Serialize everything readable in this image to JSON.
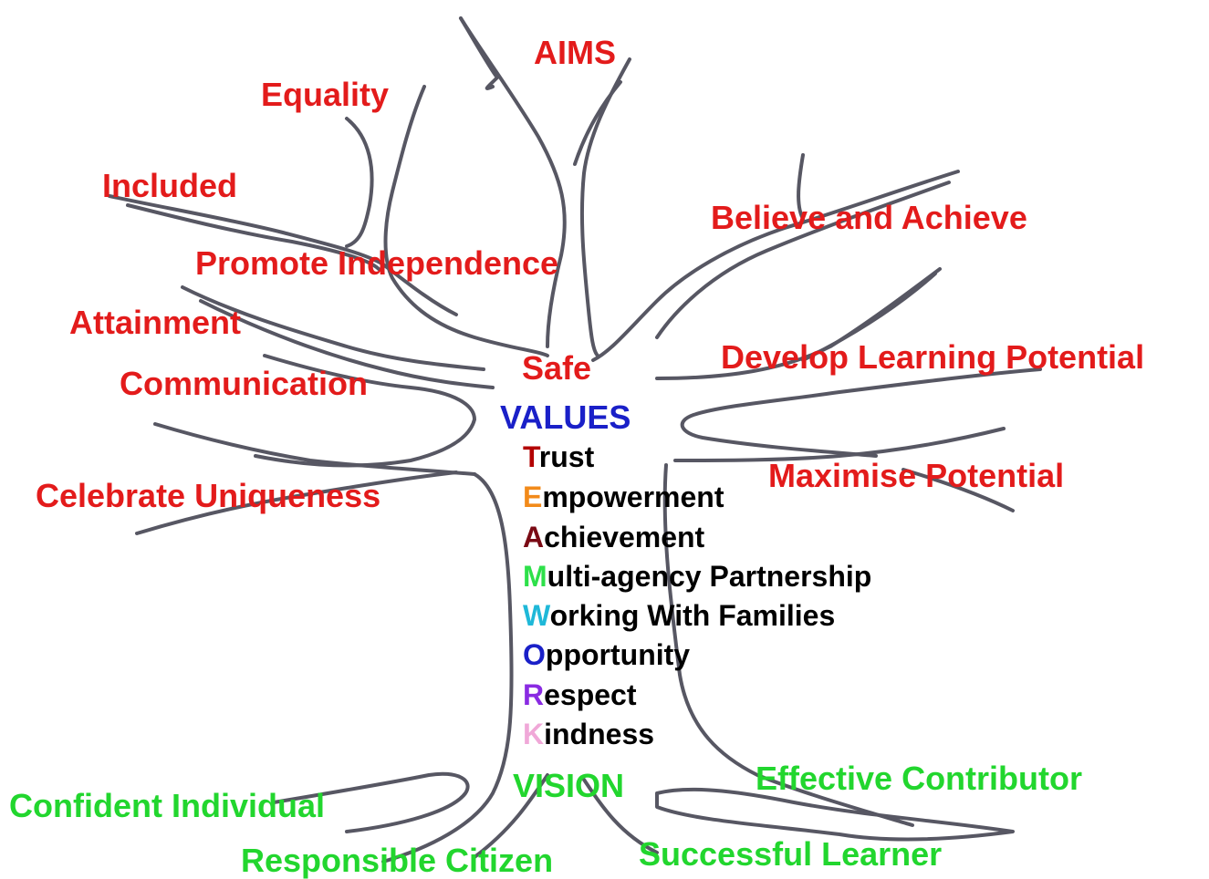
{
  "colors": {
    "aims": "#e31b1b",
    "values_title": "#1a20c8",
    "vision": "#22d62e",
    "body_text": "#000000",
    "tree_outline": "#3a3a48"
  },
  "aims": {
    "title": "AIMS",
    "items": [
      "Equality",
      "Included",
      "Promote Independence",
      "Attainment",
      "Communication",
      "Celebrate Uniqueness",
      "Safe",
      "Believe and Achieve",
      "Develop Learning Potential",
      "Maximise Potential"
    ]
  },
  "values": {
    "title": "VALUES",
    "items": [
      {
        "initial": "T",
        "rest": "rust",
        "color": "#b30000"
      },
      {
        "initial": "E",
        "rest": "mpowerment",
        "color": "#f28a1a"
      },
      {
        "initial": "A",
        "rest": "chievement",
        "color": "#7a0a14"
      },
      {
        "initial": "M",
        "rest": "ulti-agency Partnership",
        "color": "#2ee04a"
      },
      {
        "initial": "W",
        "rest": "orking With Families",
        "color": "#1fb8d8"
      },
      {
        "initial": "O",
        "rest": "pportunity",
        "color": "#1a20c8"
      },
      {
        "initial": "R",
        "rest": "espect",
        "color": "#8a2be2"
      },
      {
        "initial": "K",
        "rest": "indness",
        "color": "#f0a8d8"
      }
    ]
  },
  "vision": {
    "title": "VISION",
    "items": [
      "Confident Individual",
      "Responsible Citizen",
      "Successful Learner",
      "Effective Contributor"
    ]
  }
}
